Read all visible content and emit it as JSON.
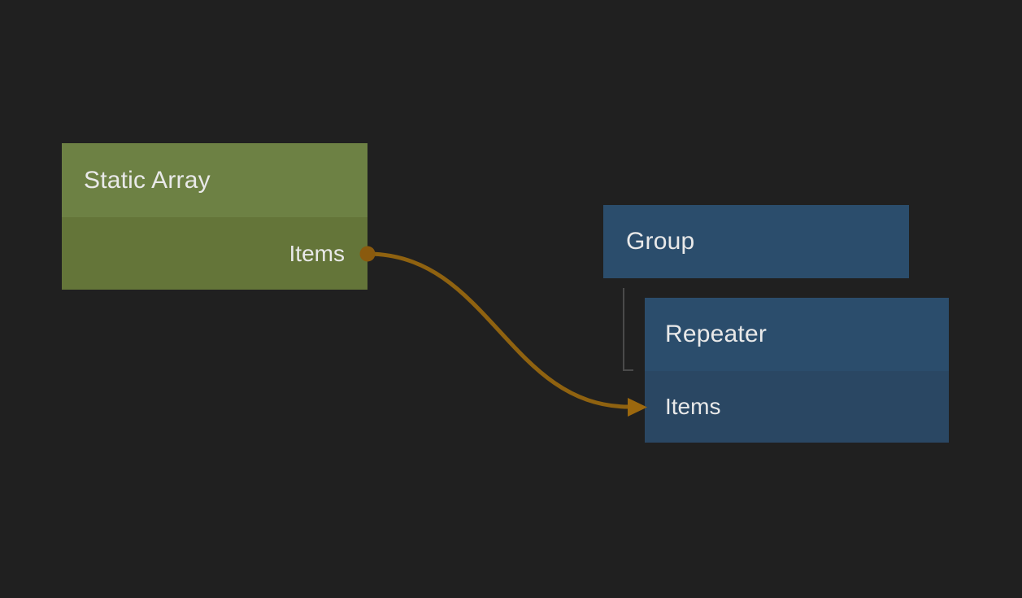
{
  "colors": {
    "canvas-bg": "#202020",
    "green-header": "#6d8144",
    "green-body": "#647539",
    "blue-header": "#2b4d6c",
    "blue-body": "#2a4763",
    "wire": "#8f6210",
    "arrow": "#9c680e",
    "port": "#8a5a0e",
    "tree-line": "#4a4a4a",
    "text": "#e9e9e9"
  },
  "nodes": {
    "static_array": {
      "title": "Static Array",
      "output_port": "Items"
    },
    "group": {
      "title": "Group"
    },
    "repeater": {
      "title": "Repeater",
      "input_port": "Items"
    }
  },
  "connection": {
    "from_node": "Static Array",
    "from_port": "Items",
    "to_node": "Repeater",
    "to_port": "Items"
  }
}
